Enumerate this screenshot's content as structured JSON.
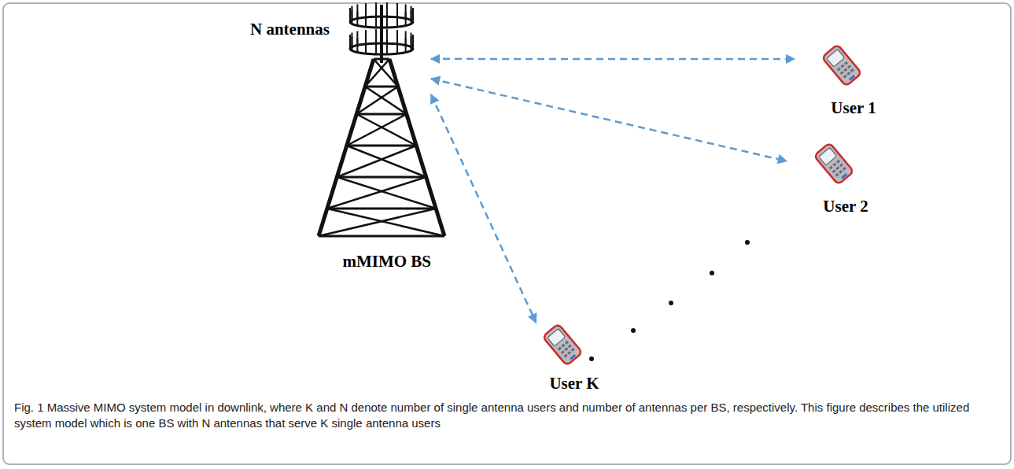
{
  "diagram": {
    "caption": "Fig. 1 Massive MIMO system model in downlink, where K and N denote number of single antenna users and number of antennas per BS, respectively. This figure describes the utilized system model which is one BS with N antennas that serve K single antenna users",
    "nodes": [
      {
        "text": [
          "N antennas",
          "mMIMO BS"
        ]
      },
      {
        "text": [
          "User 1"
        ]
      },
      {
        "text": [
          "User 2"
        ]
      },
      {
        "text": [
          "User K"
        ]
      }
    ],
    "edges": [
      {
        "from": 0,
        "to": 1,
        "arrow": "both"
      },
      {
        "from": 0,
        "to": 2,
        "arrow": "both"
      },
      {
        "from": 0,
        "to": 3,
        "arrow": "both"
      }
    ]
  }
}
